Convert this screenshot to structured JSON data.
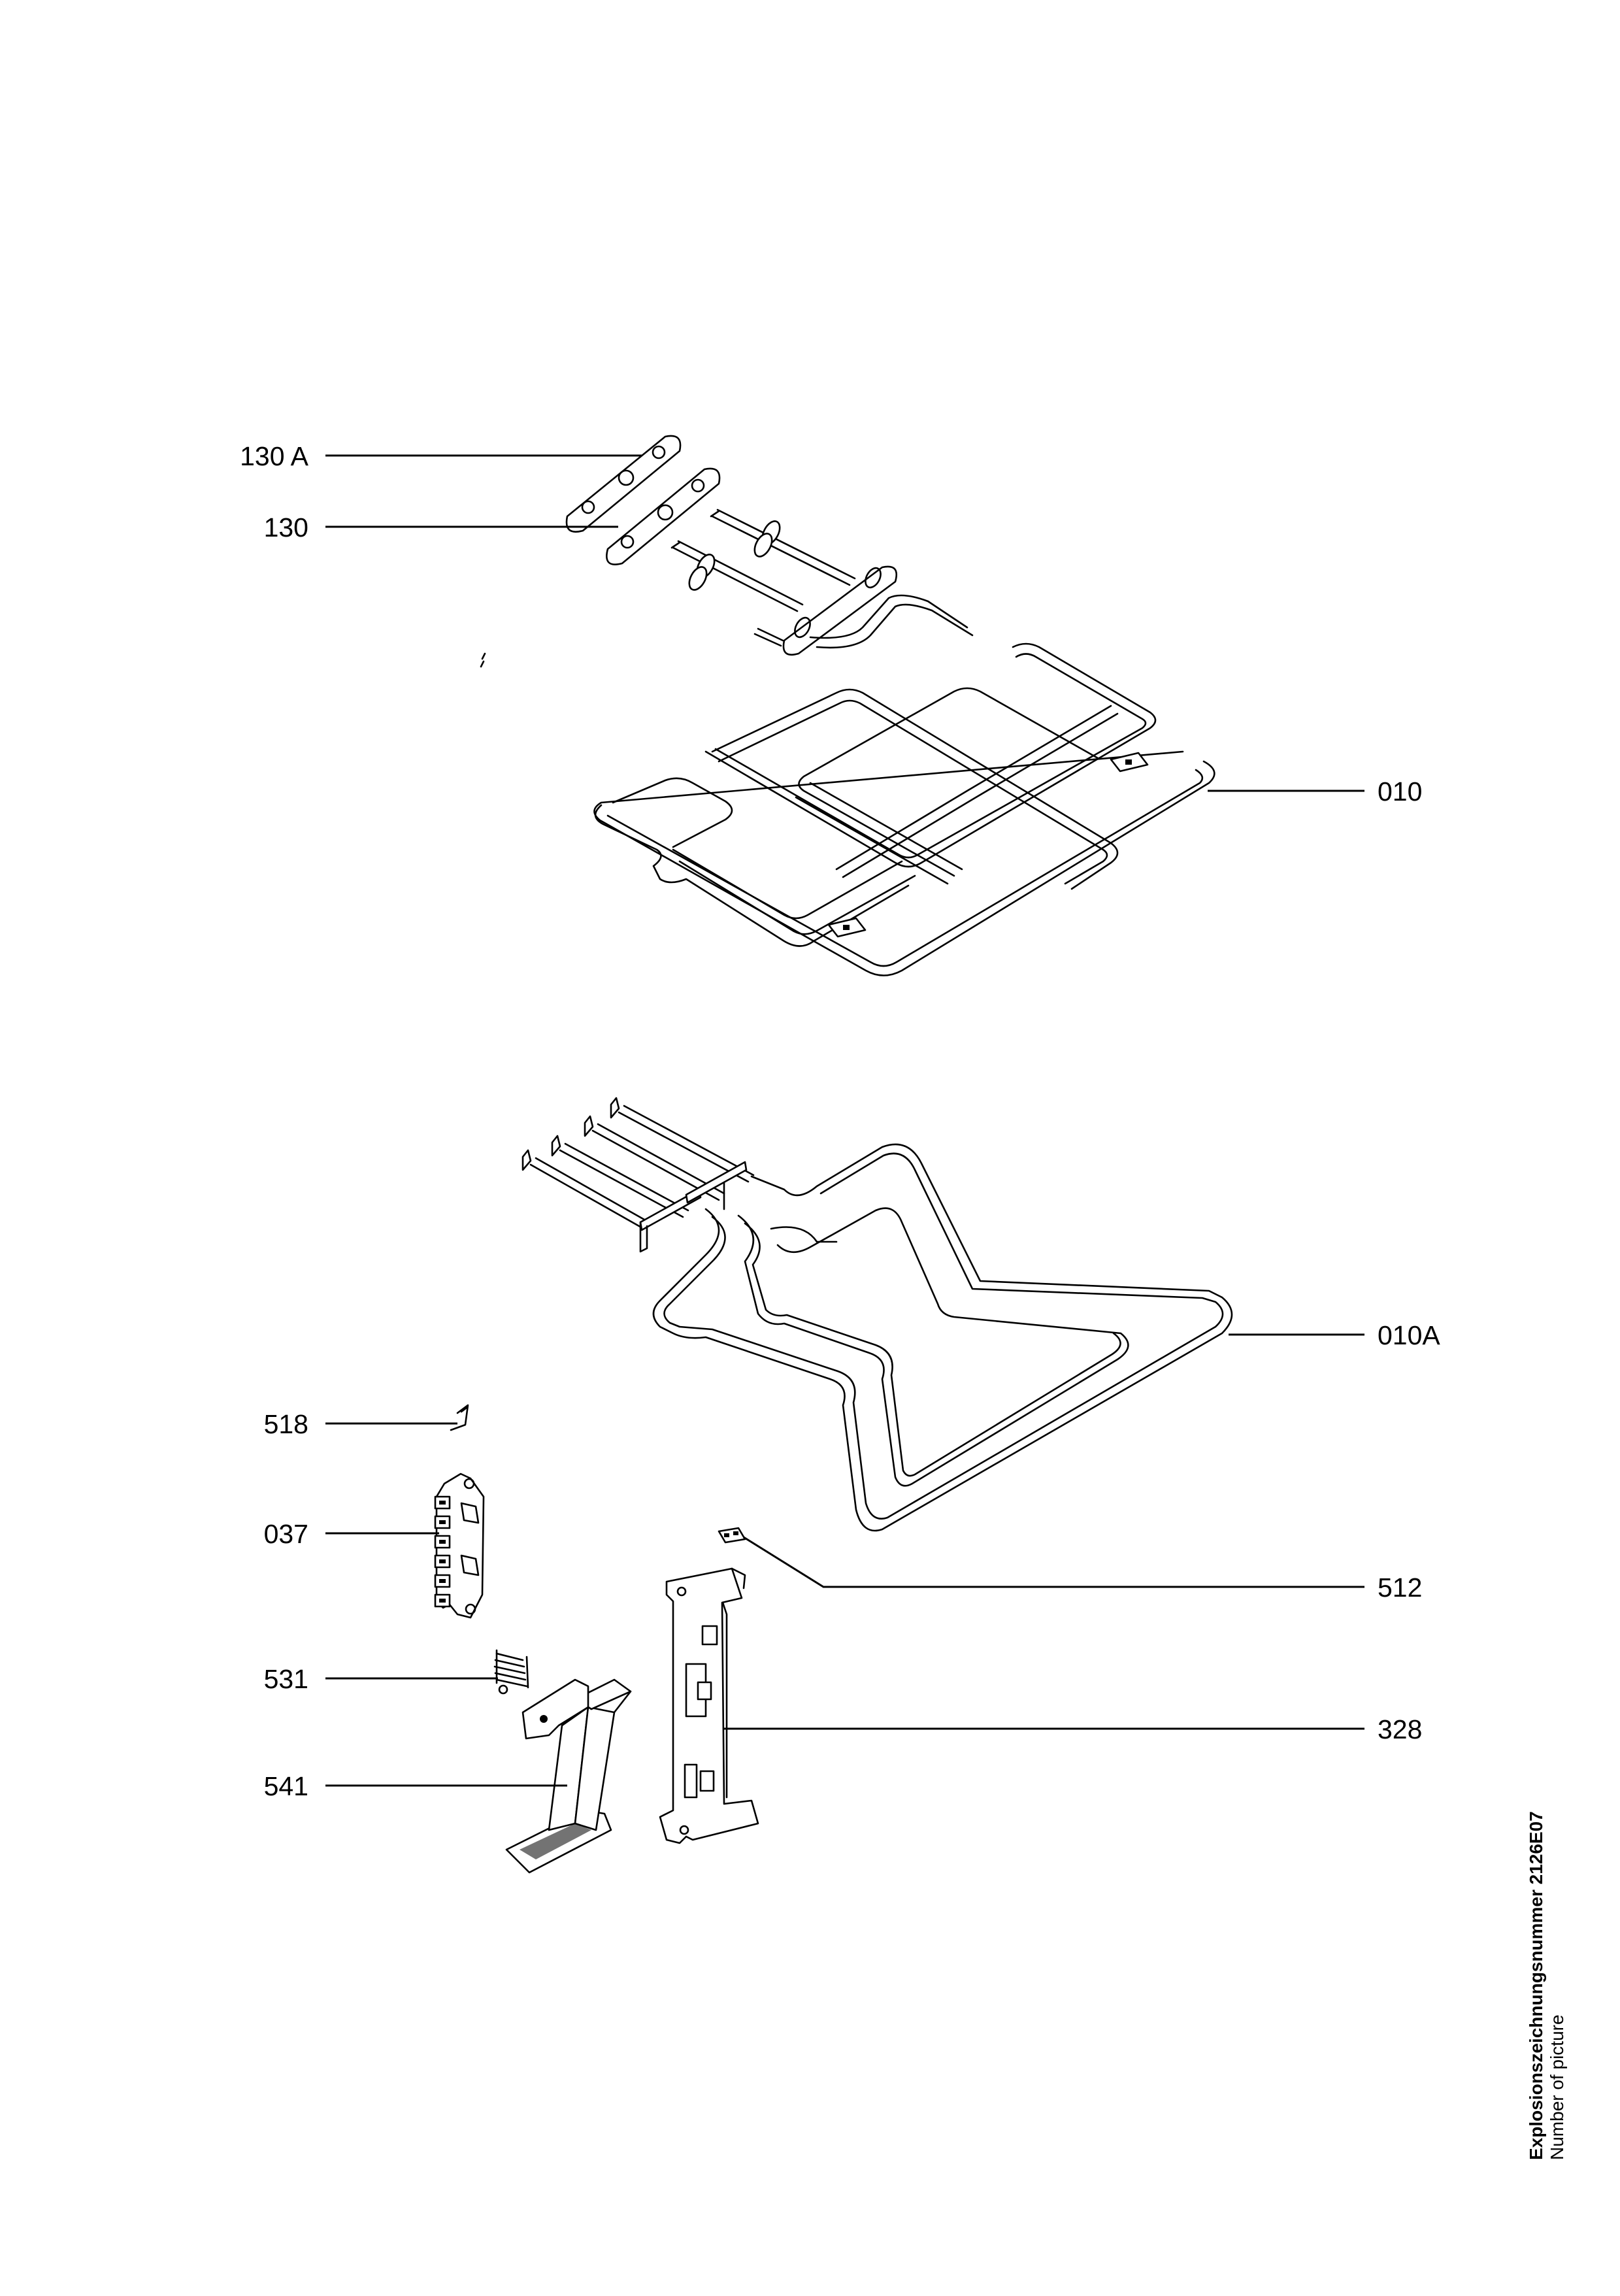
{
  "labels": {
    "p130a": "130 A",
    "p130": "130",
    "p010": "010",
    "p010a": "010A",
    "p518": "518",
    "p037": "037",
    "p512": "512",
    "p531": "531",
    "p328": "328",
    "p541": "541"
  },
  "caption": {
    "title": "Explosionszeichnungsnummer 2126E07",
    "subtitle": "Number of picture"
  }
}
